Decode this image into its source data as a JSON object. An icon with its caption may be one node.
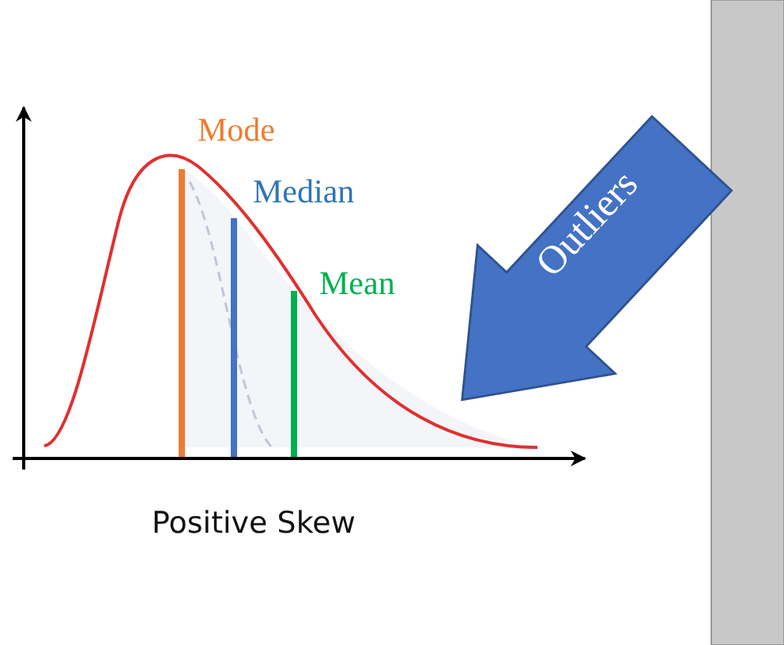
{
  "diagram": {
    "nodes": [
      {
        "text": [
          "Outliers"
        ]
      }
    ],
    "labels": [
      "Mode",
      "Median",
      "Mean",
      "Positive Skew"
    ]
  }
}
